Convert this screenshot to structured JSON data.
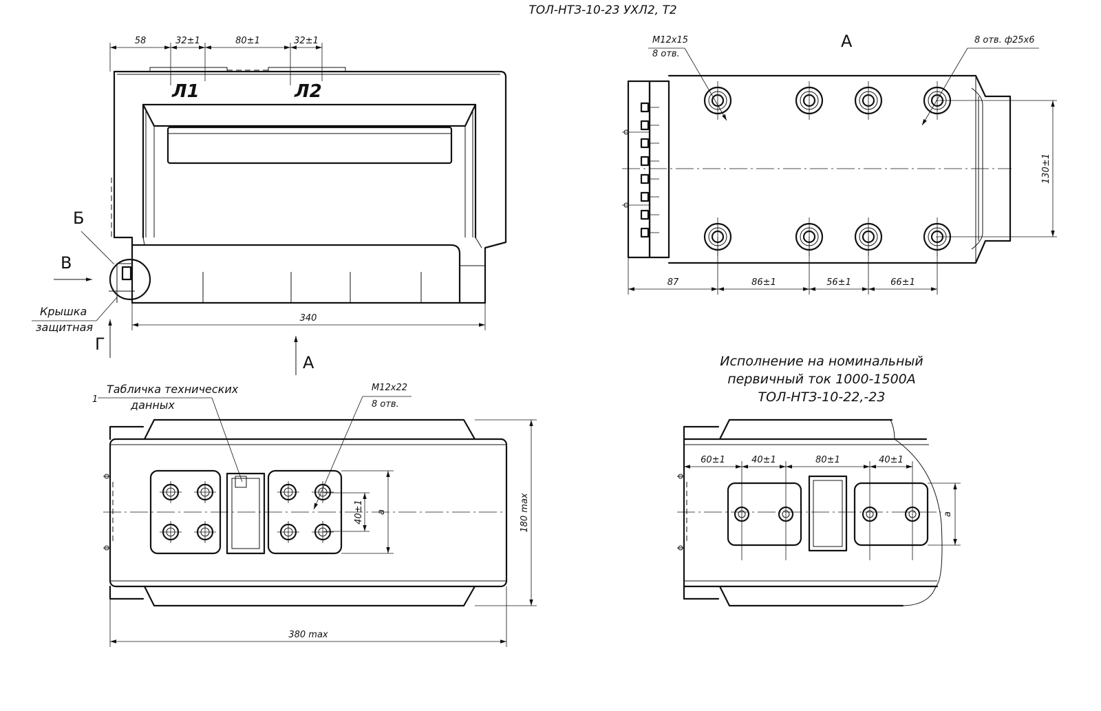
{
  "title": "ТОЛ-НТЗ-10-23 УХЛ2, Т2",
  "front_view": {
    "dims_top": [
      "58",
      "32±1",
      "80±1",
      "32±1"
    ],
    "terminal_1": "Л1",
    "terminal_2": "Л2",
    "dim_bottom": "340",
    "view_b": "Б",
    "view_v": "В",
    "view_g": "Г",
    "view_a": "А",
    "cover_label_1": "Крышка",
    "cover_label_2": "защитная"
  },
  "top_view": {
    "view_label": "А",
    "thread_1": "М12х15",
    "thread_2": "8 отв.",
    "holes_label": "8 отв. ф25х6",
    "dim_right": "130±1",
    "dims_bottom": [
      "87",
      "86±1",
      "56±1",
      "66±1"
    ]
  },
  "bottom_view": {
    "leader_num": "1",
    "plate_label_1": "Табличка технических",
    "plate_label_2": "данных",
    "thread_1": "М12х22",
    "thread_2": "8 отв.",
    "dim_inner": "40±1",
    "dim_a": "а",
    "dim_height": "180 max",
    "dim_width": "380 max"
  },
  "variant_view": {
    "note_1": "Исполнение на номинальный",
    "note_2": "первичный ток 1000-1500А",
    "note_3": "ТОЛ-НТЗ-10-22,-23",
    "dims_top": [
      "60±1",
      "40±1",
      "80±1",
      "40±1"
    ],
    "dim_a": "а"
  }
}
